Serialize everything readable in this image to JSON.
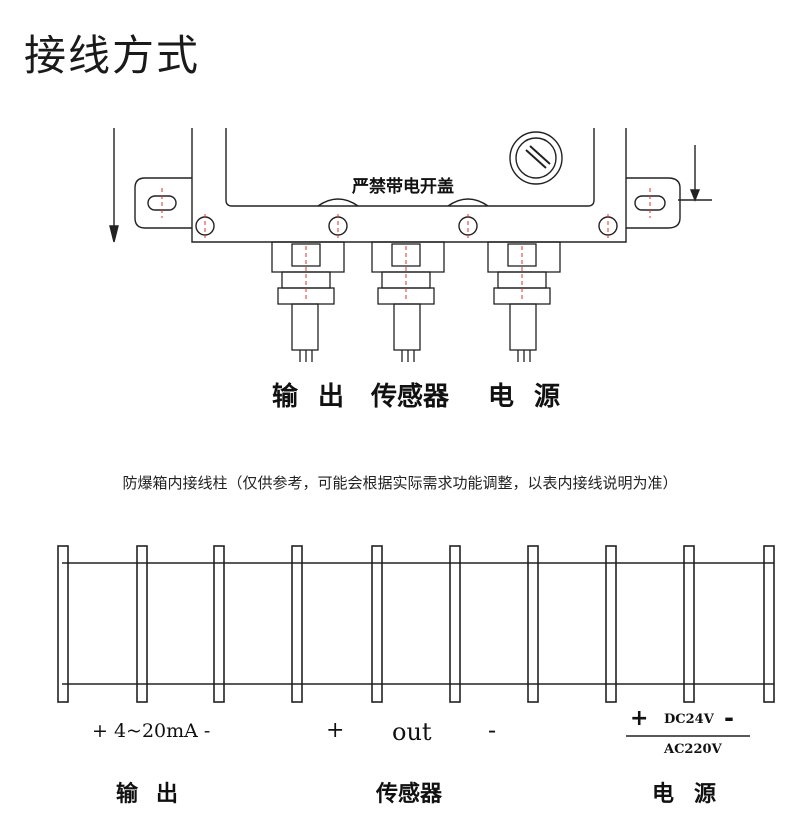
{
  "title": "接线方式",
  "enclosure": {
    "cover_warning": "严禁带电开盖",
    "ports": [
      "输",
      "出",
      "传感器",
      "电",
      "源"
    ]
  },
  "note": "防爆箱内接线柱（仅供参考，可能会根据实际需求功能调整，以表内接线说明为准）",
  "terminal": {
    "output_signal": "+ 4~20mA -",
    "plus": "+",
    "out": "out",
    "minus": "-",
    "dc_plus": "+",
    "dc": "DC24V",
    "dc_minus": "-",
    "ac": "AC220V",
    "group_output": [
      "输",
      "出"
    ],
    "group_sensor": "传感器",
    "group_power": [
      "电",
      "源"
    ]
  }
}
